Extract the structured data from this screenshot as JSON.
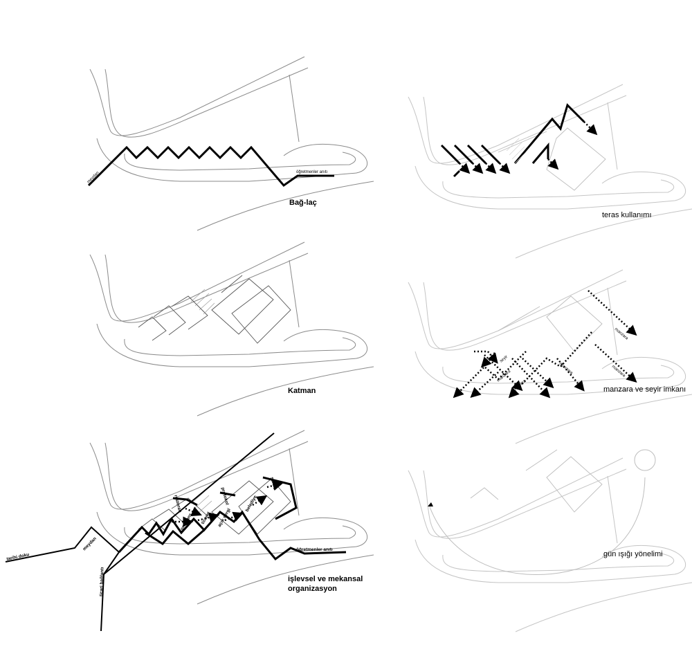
{
  "panels": {
    "baglac": {
      "caption": "Bağ-laç",
      "labels": {
        "meydan": "meydan",
        "ogretmenler": "öğretmenler anıtı"
      }
    },
    "teras": {
      "caption": "teras kullanımı"
    },
    "katman": {
      "caption": "Katman"
    },
    "manzara": {
      "caption": "manzara ve seyir imkanı",
      "labels": {
        "seyir": "seyir",
        "manzara": "manzara"
      }
    },
    "islevsel": {
      "caption_line1": "işlevsel ve mekansal",
      "caption_line2": "organizasyon",
      "labels": {
        "tarihi_doku": "tarihi doku",
        "meydan": "meydan",
        "ticari_baglanti": "ticari bağlantı",
        "ogretmenler": "öğretmenler anıtı",
        "restoran": "restoran",
        "protokol": "protokol",
        "servis": "servis",
        "belediye": "belediye",
        "acik_sergi": "açık sergi",
        "ticaret": "ticaret",
        "konferans": "konferans"
      }
    },
    "gunisigi": {
      "caption": "gün ışığı yönelimi"
    }
  }
}
